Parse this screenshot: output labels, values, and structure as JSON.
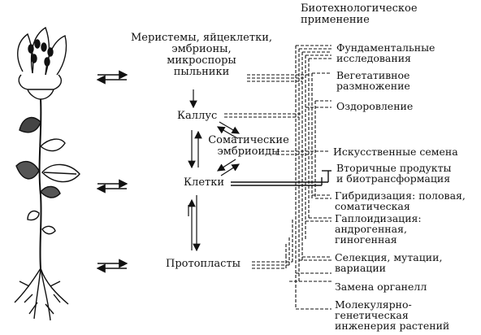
{
  "header": "Биотехнологическое\nприменение",
  "sources": {
    "meristems": "Меристемы, яйцеклетки,\nэмбрионы,\nмикроспоры\nпыльники",
    "callus": "Каллус",
    "somatic": "Соматические\nэмбриоиды",
    "cells": "Клетки",
    "protoplasts": "Протопласты"
  },
  "applications": [
    "Фундаментальные\nисследования",
    "Вегетативное\nразмножение",
    "Оздоровление",
    "Искусственные семена",
    "Вторичные продукты\nи биотрансформация",
    "Гибридизация: половая,\nсоматическая",
    "Гаплоидизация:\nандрогенная,\nгиногенная",
    "Селекция, мутации,\nвариации",
    "Замена органелл",
    "Молекулярно-\nгенетическая\nинженерия растений"
  ]
}
